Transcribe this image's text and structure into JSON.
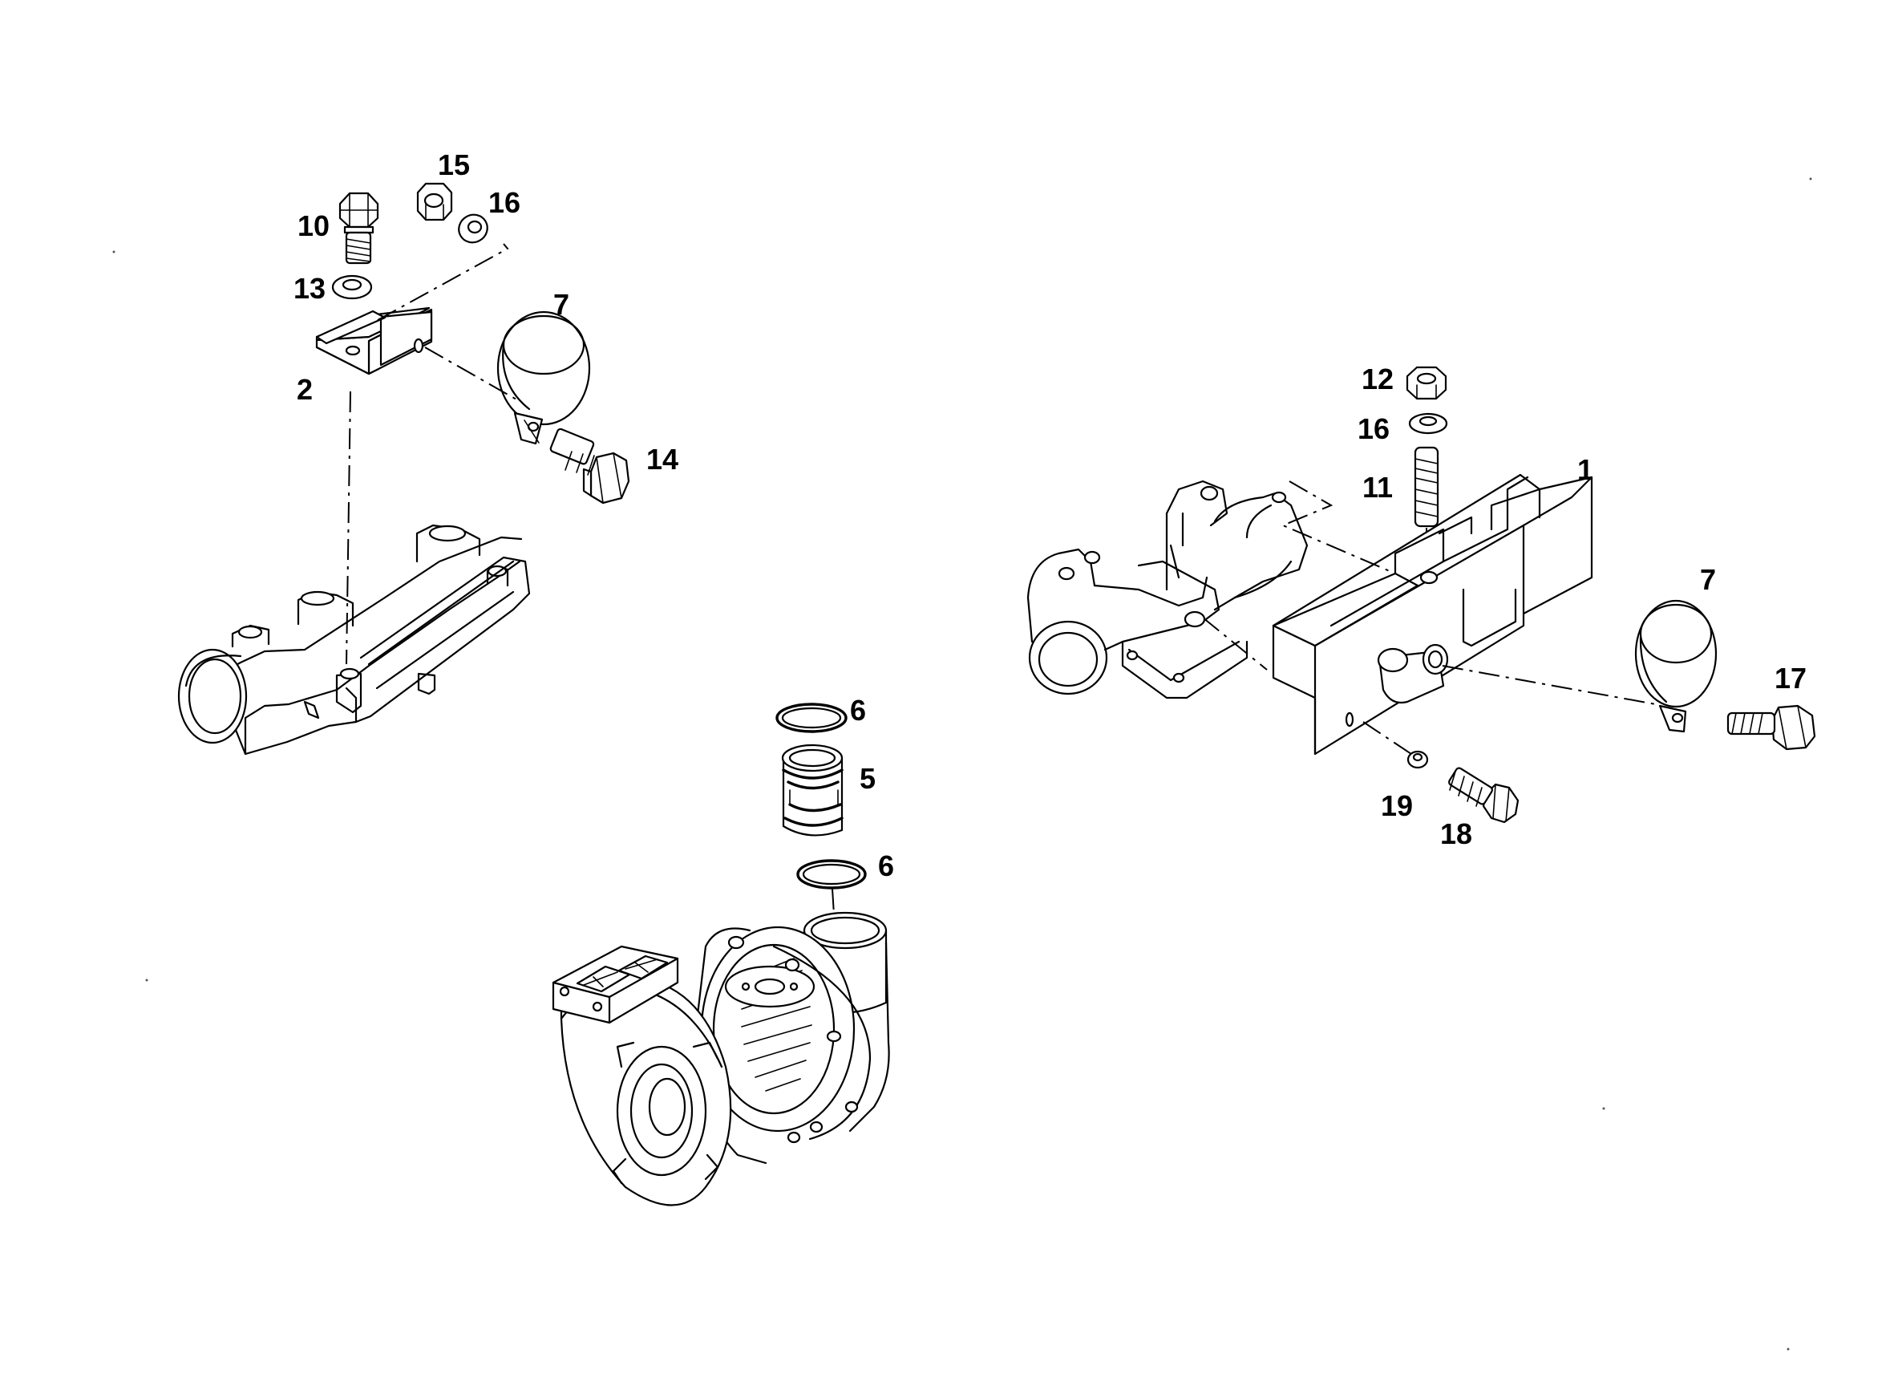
{
  "callouts": {
    "c1": "1",
    "c2": "2",
    "c5": "5",
    "c6a": "6",
    "c6b": "6",
    "c7a": "7",
    "c7b": "7",
    "c10": "10",
    "c11": "11",
    "c12": "12",
    "c13": "13",
    "c14": "14",
    "c15": "15",
    "c16a": "16",
    "c16b": "16",
    "c17": "17",
    "c18": "18",
    "c19": "19"
  },
  "colors": {
    "line": "#000000",
    "background": "#ffffff"
  }
}
